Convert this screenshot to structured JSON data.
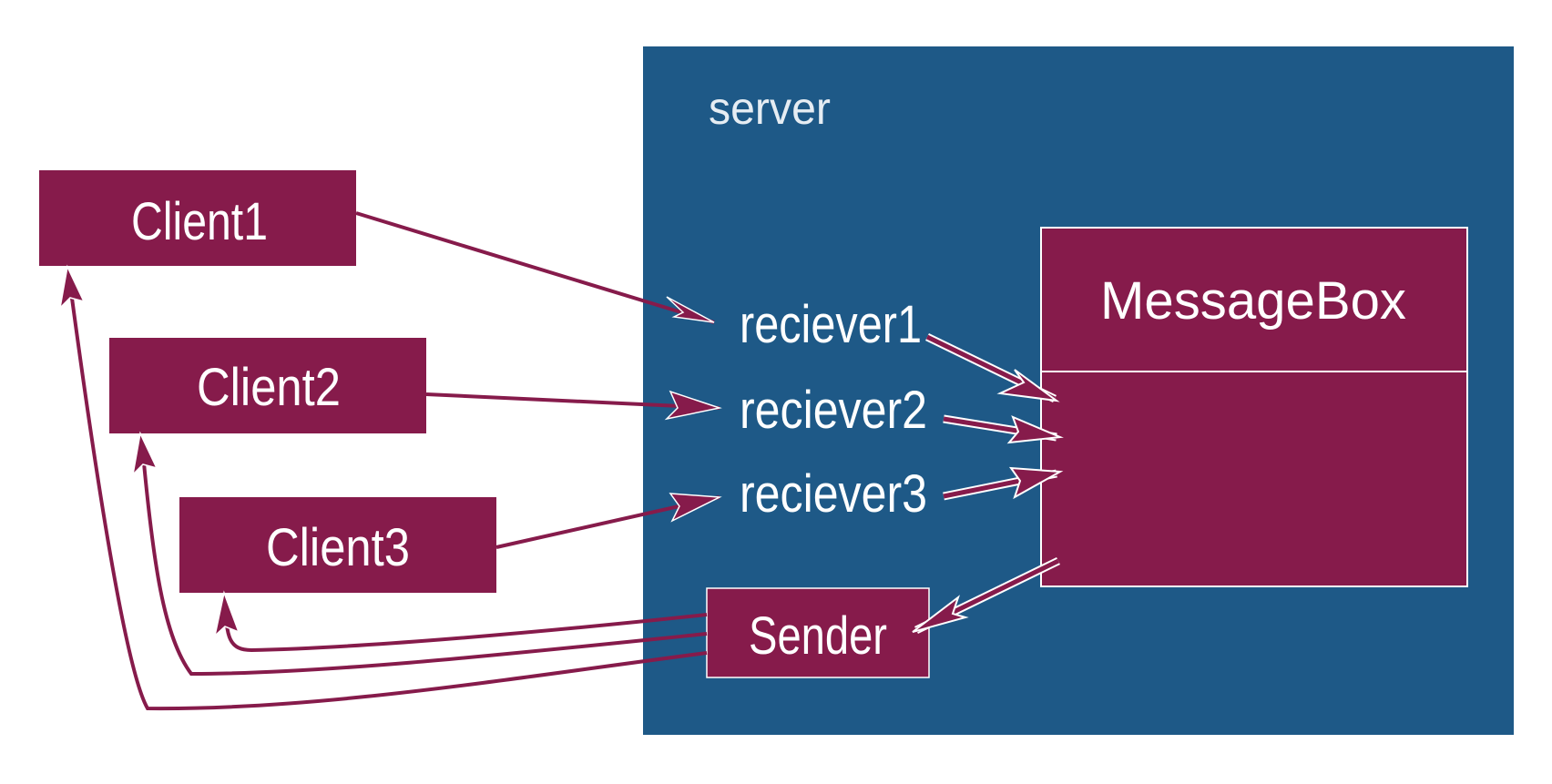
{
  "colors": {
    "server_bg": "#1e5987",
    "box_fill": "#861b4b",
    "text": "#ffffff"
  },
  "server": {
    "label": "server"
  },
  "clients": [
    {
      "label": "Client1"
    },
    {
      "label": "Client2"
    },
    {
      "label": "Client3"
    }
  ],
  "receivers": [
    {
      "label": "reciever1"
    },
    {
      "label": "reciever2"
    },
    {
      "label": "reciever3"
    }
  ],
  "message_box": {
    "label": "MessageBox"
  },
  "sender": {
    "label": "Sender"
  }
}
